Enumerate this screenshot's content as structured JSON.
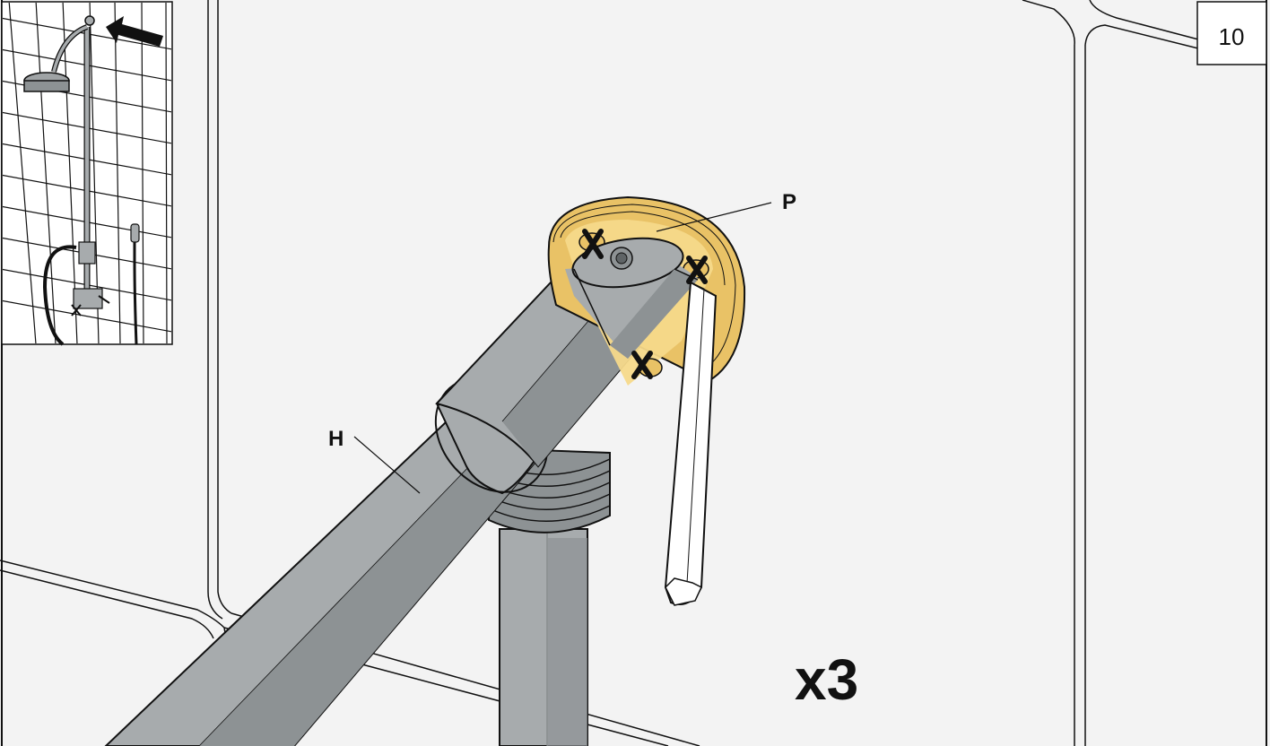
{
  "step_number": "10",
  "labels": {
    "holder": "H",
    "plate": "P"
  },
  "quantity": "x3",
  "icons": {
    "arrow": "arrow-left-icon",
    "screw_marks": "x-mark-icon"
  },
  "colors": {
    "wall": "#f2f2f2",
    "pipe_light": "#a7abad",
    "pipe_dark": "#8d9294",
    "flange": "#f6d98a",
    "flange_edge": "#e9c266",
    "outline": "#111111"
  }
}
